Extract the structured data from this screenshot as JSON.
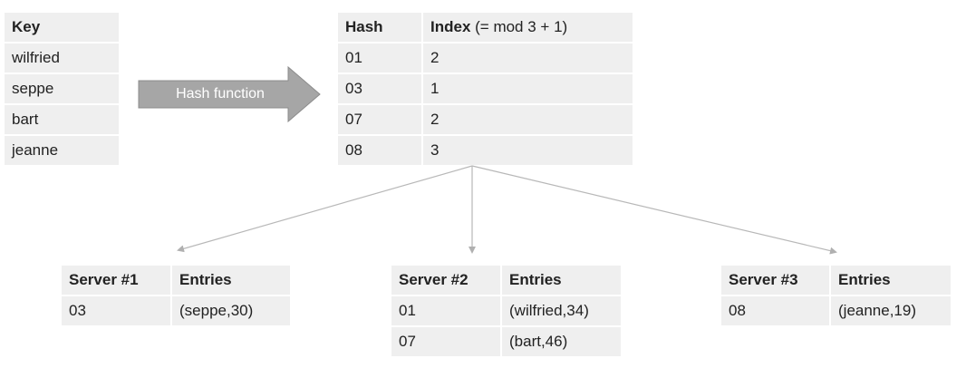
{
  "key_table": {
    "header": "Key",
    "rows": [
      "wilfried",
      "seppe",
      "bart",
      "jeanne"
    ]
  },
  "hash_arrow": {
    "label": "Hash function"
  },
  "index_table": {
    "col1_header": "Hash",
    "col2_header_bold": "Index",
    "col2_header_rest": " (= mod 3 + 1)",
    "rows": [
      {
        "hash": "01",
        "index": "2"
      },
      {
        "hash": "03",
        "index": "1"
      },
      {
        "hash": "07",
        "index": "2"
      },
      {
        "hash": "08",
        "index": "3"
      }
    ]
  },
  "servers": [
    {
      "header": "Server #1",
      "entries_header": "Entries",
      "rows": [
        {
          "hash": "03",
          "entry": "(seppe,30)"
        }
      ]
    },
    {
      "header": "Server #2",
      "entries_header": "Entries",
      "rows": [
        {
          "hash": "01",
          "entry": "(wilfried,34)"
        },
        {
          "hash": "07",
          "entry": "(bart,46)"
        }
      ]
    },
    {
      "header": "Server #3",
      "entries_header": "Entries",
      "rows": [
        {
          "hash": "08",
          "entry": "(jeanne,19)"
        }
      ]
    }
  ],
  "colors": {
    "cell_background": "#efefef",
    "arrow_fill": "#a6a6a6",
    "connector_line": "#b8b8b8"
  }
}
